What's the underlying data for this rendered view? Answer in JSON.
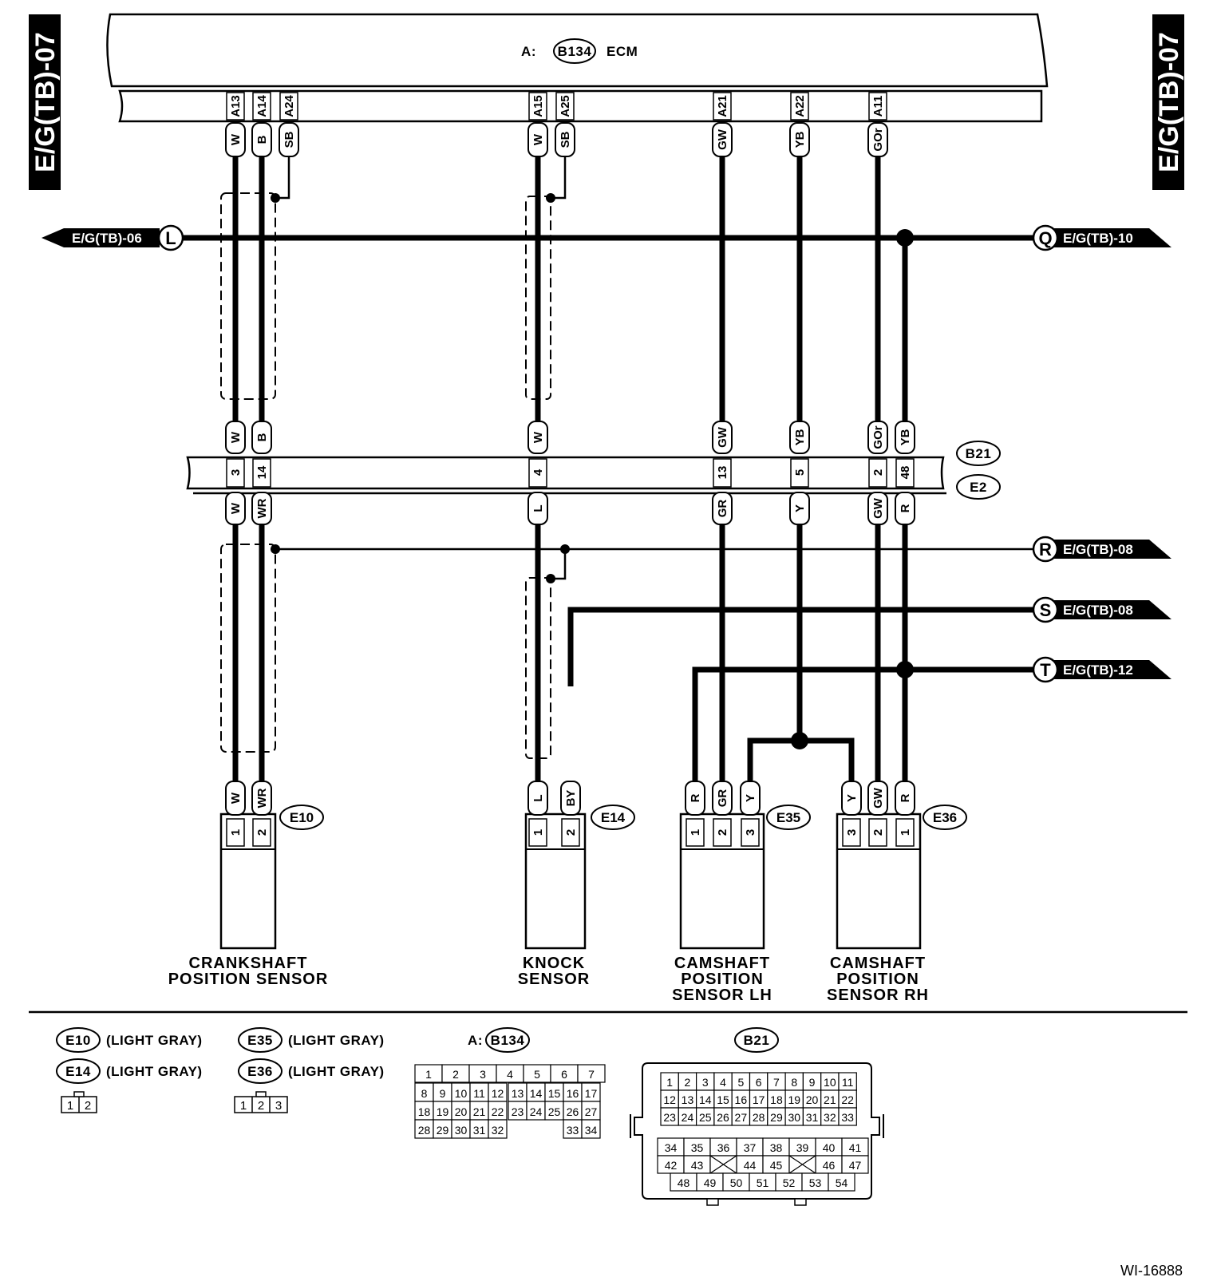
{
  "page": {
    "side_label_left": "E/G(TB)-07",
    "side_label_right": "E/G(TB)-07",
    "figure_id": "WI-16888"
  },
  "ecm": {
    "prefix": "A:",
    "connector": "B134",
    "name": "ECM",
    "pins": [
      "A13",
      "A14",
      "A24",
      "A15",
      "A25",
      "A21",
      "A22",
      "A11"
    ],
    "wire_colors": [
      "W",
      "B",
      "SB",
      "W",
      "SB",
      "GW",
      "YB",
      "GOr"
    ]
  },
  "refs": {
    "L": {
      "letter": "L",
      "page": "E/G(TB)-06"
    },
    "Q": {
      "letter": "Q",
      "page": "E/G(TB)-10"
    },
    "R": {
      "letter": "R",
      "page": "E/G(TB)-08"
    },
    "S": {
      "letter": "S",
      "page": "E/G(TB)-08"
    },
    "T": {
      "letter": "T",
      "page": "E/G(TB)-12"
    }
  },
  "joint": {
    "upper": "B21",
    "lower": "E2",
    "top_colors": [
      "W",
      "B",
      "W",
      "GW",
      "YB",
      "GOr",
      "YB"
    ],
    "pins": [
      "3",
      "14",
      "4",
      "13",
      "5",
      "2",
      "48"
    ],
    "bottom_colors": [
      "W",
      "WR",
      "L",
      "GR",
      "Y",
      "GW",
      "R"
    ]
  },
  "sensors": {
    "e10": {
      "connector": "E10",
      "colors": [
        "W",
        "WR"
      ],
      "pins": [
        "1",
        "2"
      ],
      "label_line1": "CRANKSHAFT",
      "label_line2": "POSITION SENSOR"
    },
    "e14": {
      "connector": "E14",
      "colors": [
        "L",
        "BY"
      ],
      "pins": [
        "1",
        "2"
      ],
      "label_line1": "KNOCK",
      "label_line2": "SENSOR"
    },
    "e35": {
      "connector": "E35",
      "colors": [
        "R",
        "GR",
        "Y"
      ],
      "pins": [
        "1",
        "2",
        "3"
      ],
      "label_line1": "CAMSHAFT",
      "label_line2": "POSITION",
      "label_line3": "SENSOR LH"
    },
    "e36": {
      "connector": "E36",
      "colors": [
        "Y",
        "GW",
        "R"
      ],
      "pins": [
        "3",
        "2",
        "1"
      ],
      "label_line1": "CAMSHAFT",
      "label_line2": "POSITION",
      "label_line3": "SENSOR RH"
    }
  },
  "legend": {
    "e10": {
      "connector": "E10",
      "color": "(LIGHT GRAY)"
    },
    "e14": {
      "connector": "E14",
      "color": "(LIGHT GRAY)"
    },
    "e35": {
      "connector": "E35",
      "color": "(LIGHT GRAY)"
    },
    "e36": {
      "connector": "E36",
      "color": "(LIGHT GRAY)"
    },
    "two_pin": [
      "1",
      "2"
    ],
    "three_pin": [
      "1",
      "2",
      "3"
    ],
    "b134": {
      "prefix": "A:",
      "connector": "B134",
      "rows": [
        [
          "1",
          "2",
          "3",
          "4",
          "5",
          "6",
          "7"
        ],
        [
          "8",
          "9",
          "10",
          "11",
          "12",
          "13",
          "14",
          "15",
          "16",
          "17"
        ],
        [
          "18",
          "19",
          "20",
          "21",
          "22",
          "23",
          "24",
          "25",
          "26",
          "27"
        ],
        [
          "28",
          "29",
          "30",
          "31",
          "32",
          "33",
          "34"
        ]
      ]
    },
    "b21": {
      "connector": "B21",
      "rows": [
        [
          "1",
          "2",
          "3",
          "4",
          "5",
          "6",
          "7",
          "8",
          "9",
          "10",
          "11"
        ],
        [
          "12",
          "13",
          "14",
          "15",
          "16",
          "17",
          "18",
          "19",
          "20",
          "21",
          "22"
        ],
        [
          "23",
          "24",
          "25",
          "26",
          "27",
          "28",
          "29",
          "30",
          "31",
          "32",
          "33"
        ],
        [
          "34",
          "35",
          "36",
          "37",
          "38",
          "39",
          "40",
          "41"
        ],
        [
          "42",
          "43",
          "44",
          "45",
          "46",
          "47"
        ],
        [
          "48",
          "49",
          "50",
          "51",
          "52",
          "53",
          "54"
        ]
      ]
    }
  }
}
